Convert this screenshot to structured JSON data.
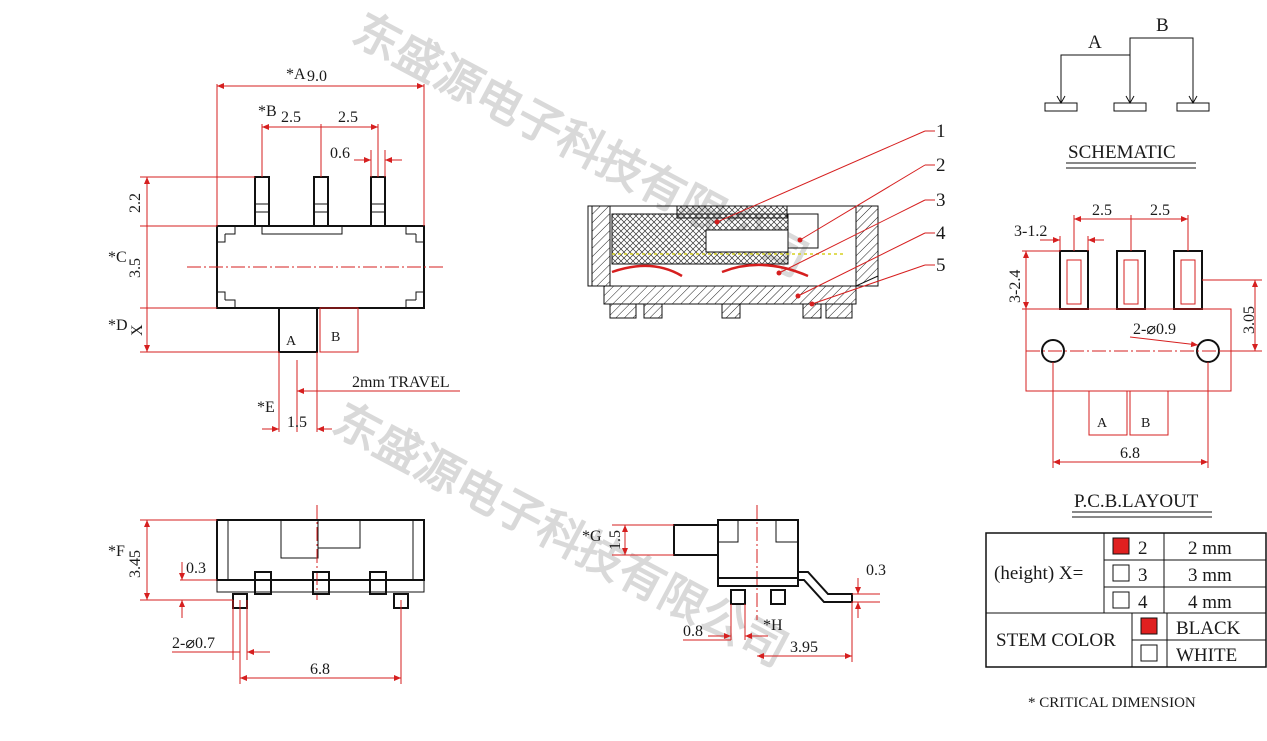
{
  "watermark": {
    "line1": "东盛源电子科技有限公司",
    "line2": "东盛源电子科技有限公司"
  },
  "top_view": {
    "dim_A": "*A",
    "dim_A_val": "9.0",
    "dim_B": "*B",
    "pitch1": "2.5",
    "pitch2": "2.5",
    "pin_w": "0.6",
    "pin_len": "2.2",
    "dim_C": "*C",
    "body_h": "3.5",
    "dim_D": "*D",
    "stem_x": "X",
    "stem_a": "A",
    "stem_b": "B",
    "travel": "2mm TRAVEL",
    "dim_E": "*E",
    "stem_w": "1.5"
  },
  "section_view": {
    "callouts": [
      "1",
      "2",
      "3",
      "4",
      "5"
    ]
  },
  "front_view": {
    "dim_F": "*F",
    "height": "3.45",
    "standoff": "0.3",
    "post_d": "2-⌀0.7",
    "post_pitch": "6.8"
  },
  "side_view": {
    "dim_G": "*G",
    "stem_h": "1.5",
    "lead_t": "0.3",
    "post_w": "0.8",
    "dim_H": "*H",
    "span": "3.95"
  },
  "schematic": {
    "label_a": "A",
    "label_b": "B",
    "title": "SCHEMATIC"
  },
  "pcb_layout": {
    "pitch1": "2.5",
    "pitch2": "2.5",
    "pad_w": "3-1.2",
    "pad_h": "3-2.4",
    "pad_to_hole": "3.05",
    "hole_d": "2-⌀0.9",
    "stem_a": "A",
    "stem_b": "B",
    "hole_pitch": "6.8",
    "title": "P.C.B.LAYOUT"
  },
  "options_table": {
    "height_label": "(height)  X=",
    "rows": [
      {
        "code": "2",
        "value": "2 mm",
        "selected": true
      },
      {
        "code": "3",
        "value": "3 mm",
        "selected": false
      },
      {
        "code": "4",
        "value": "4 mm",
        "selected": false
      }
    ],
    "stem_label": "STEM COLOR",
    "colors": [
      {
        "value": "BLACK",
        "selected": true
      },
      {
        "value": "WHITE",
        "selected": false
      }
    ],
    "selected_color": "#e02020"
  },
  "footnote": "* CRITICAL  DIMENSION"
}
